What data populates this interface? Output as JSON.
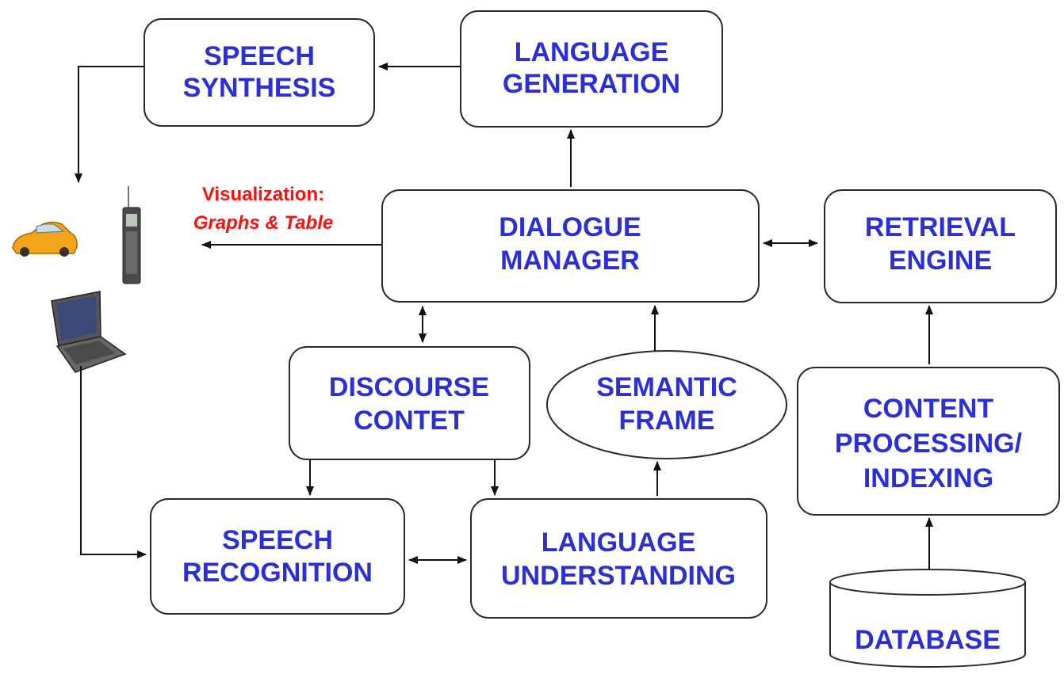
{
  "nodes": {
    "speech_synthesis": {
      "line1": "SPEECH",
      "line2": "SYNTHESIS"
    },
    "language_generation": {
      "line1": "LANGUAGE",
      "line2": "GENERATION"
    },
    "dialogue_manager": {
      "line1": "DIALOGUE",
      "line2": "MANAGER"
    },
    "retrieval_engine": {
      "line1": "RETRIEVAL",
      "line2": "ENGINE"
    },
    "discourse_context": {
      "line1": "DISCOURSE",
      "line2": "CONTET"
    },
    "semantic_frame": {
      "line1": "SEMANTIC",
      "line2": "FRAME"
    },
    "content_processing": {
      "line1": "CONTENT",
      "line2": "PROCESSING/",
      "line3": "INDEXING"
    },
    "speech_recognition": {
      "line1": "SPEECH",
      "line2": "RECOGNITION"
    },
    "language_understanding": {
      "line1": "LANGUAGE",
      "line2": "UNDERSTANDING"
    },
    "database": {
      "line1": "DATABASE"
    }
  },
  "visualization": {
    "line1": "Visualization:",
    "line2": "Graphs & Table"
  },
  "devices": {
    "icons": [
      "car-icon",
      "mobile-phone-icon",
      "laptop-icon"
    ]
  },
  "colors": {
    "label": "#2b2fd6",
    "visualization": "#ff1010",
    "border": "#2a2a2a"
  }
}
